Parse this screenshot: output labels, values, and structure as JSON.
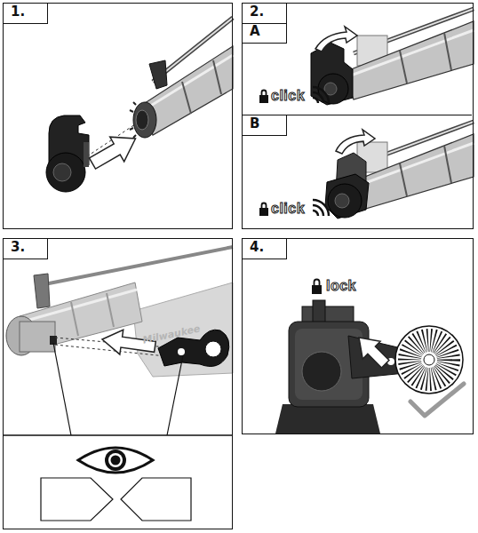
{
  "diagram": {
    "nodes": [
      {
        "text": [
          "1."
        ]
      },
      {
        "text": [
          "2."
        ]
      },
      {
        "text": [
          "A",
          "click"
        ],
        "in": 1
      },
      {
        "text": [
          "B",
          "click"
        ],
        "in": 1
      },
      {
        "text": [
          "3."
        ]
      },
      {
        "text": [
          "4.",
          "lock"
        ]
      }
    ],
    "labels": [
      "Milwaukee"
    ]
  }
}
